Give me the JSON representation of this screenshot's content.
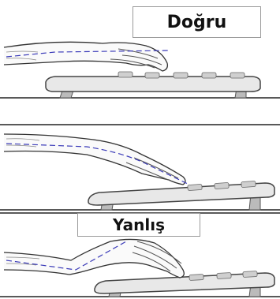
{
  "labels": {
    "correct": "Doğru",
    "wrong": "Yanlış"
  },
  "colors": {
    "guide_line": "#3a3ab8",
    "surface": "#222222",
    "keyboard_fill": "#e6e6e6",
    "outline": "#444444"
  },
  "icons": [
    "hand-on-keyboard-correct",
    "hand-on-keyboard-bent-wrist",
    "hand-on-keyboard-raised-wrist"
  ]
}
